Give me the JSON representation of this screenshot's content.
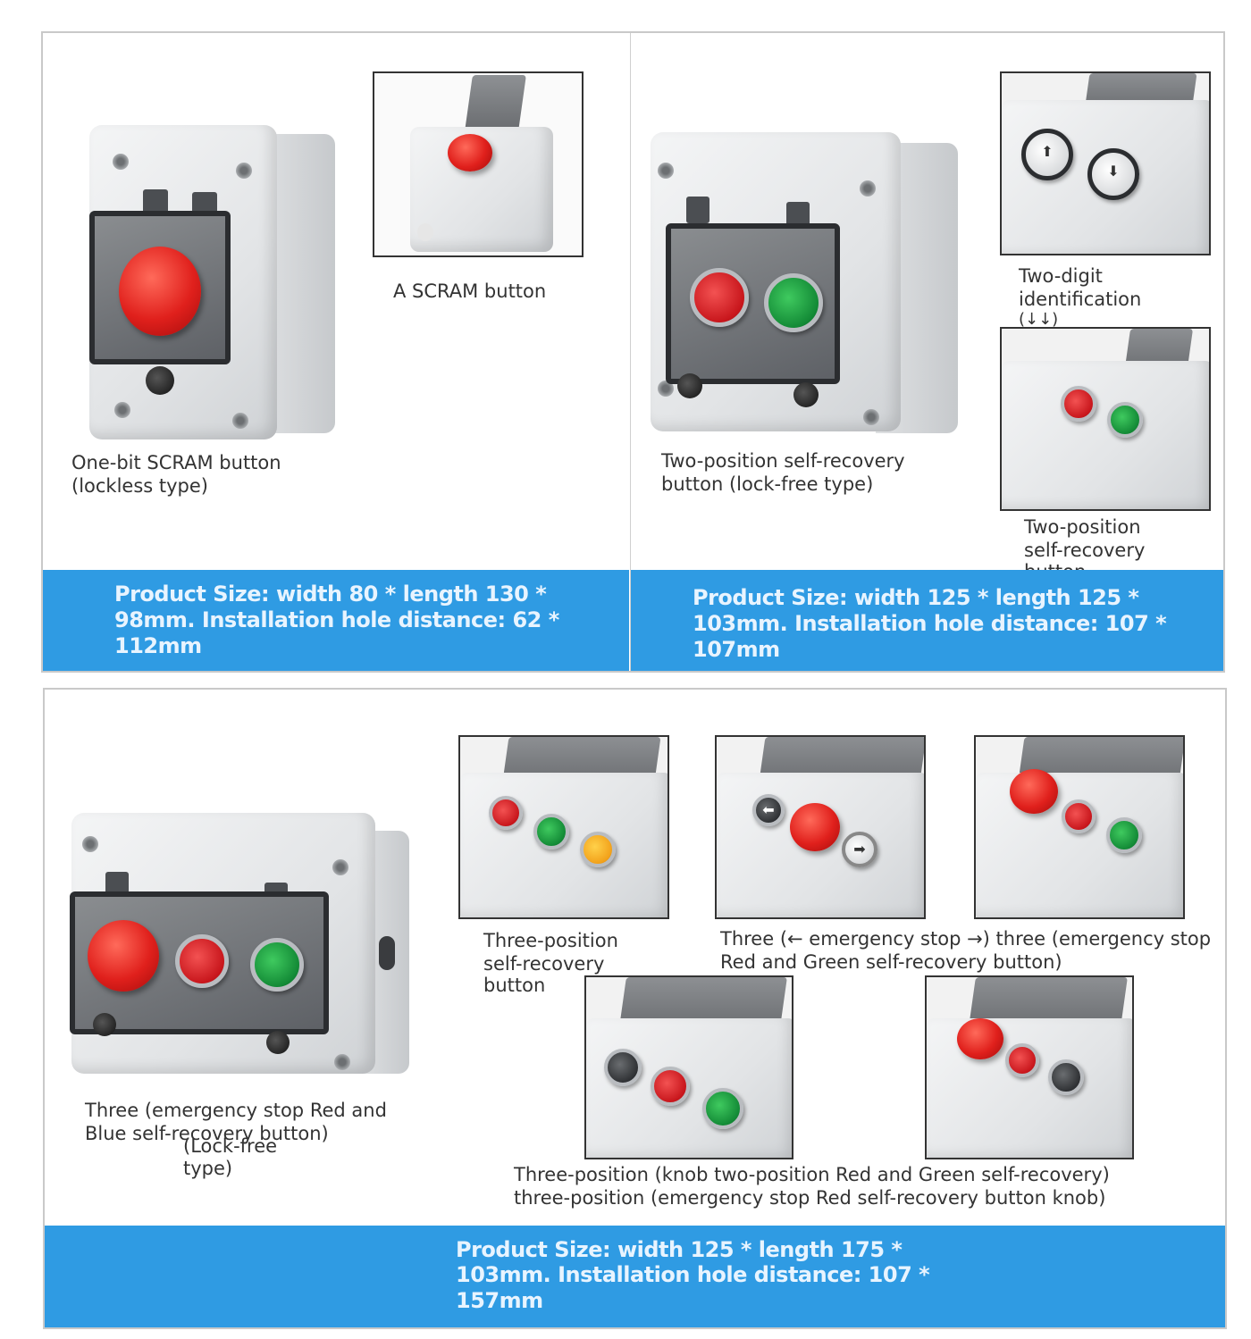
{
  "top_left": {
    "main_caption_line1": "One-bit SCRAM button",
    "main_caption_line2": "(lockless type)",
    "inset_caption": "A SCRAM button",
    "size_line1": "Product Size: width 80 * length 130 *",
    "size_line2": "98mm. Installation hole distance: 62 *",
    "size_line3": "112mm"
  },
  "top_right": {
    "main_caption_line1": "Two-position self-recovery",
    "main_caption_line2": "button (lock-free type)",
    "inset1_caption_line1": "Two-digit",
    "inset1_caption_line2": "identification",
    "inset1_caption_line3": "(↓↓)",
    "inset2_caption_line1": "Two-position",
    "inset2_caption_line2": "self-recovery",
    "inset2_caption_line3": "button",
    "size_line1": "Product Size: width 125 * length 125 *",
    "size_line2": "103mm. Installation hole distance: 107 *",
    "size_line3": "107mm"
  },
  "bottom": {
    "main_caption_line1": "Three (emergency stop Red and",
    "main_caption_line2": "Blue self-recovery button)",
    "main_caption_sub1": "(Lock-free",
    "main_caption_sub2": "type)",
    "inset1_caption_line1": "Three-position",
    "inset1_caption_line2": "self-recovery",
    "inset1_caption_line3": "button",
    "inset23_caption_line1": "Three (← emergency stop →) three (emergency stop",
    "inset23_caption_line2": "Red and Green self-recovery button)",
    "inset45_caption_line1": "Three-position (knob two-position Red and Green self-recovery)",
    "inset45_caption_line2": "three-position (emergency stop Red self-recovery button knob)",
    "size_line1": "Product Size: width 125 * length 175 *",
    "size_line2": "103mm. Installation hole distance: 107 *",
    "size_line3": "157mm"
  },
  "colors": {
    "banner": "#2f9be3",
    "banner_text": "#e8f4ff",
    "frame_border": "#333333"
  },
  "icons": [
    "up-arrow-icon",
    "down-arrow-icon",
    "left-arrow-icon",
    "right-arrow-icon",
    "stop-symbol-icon"
  ]
}
